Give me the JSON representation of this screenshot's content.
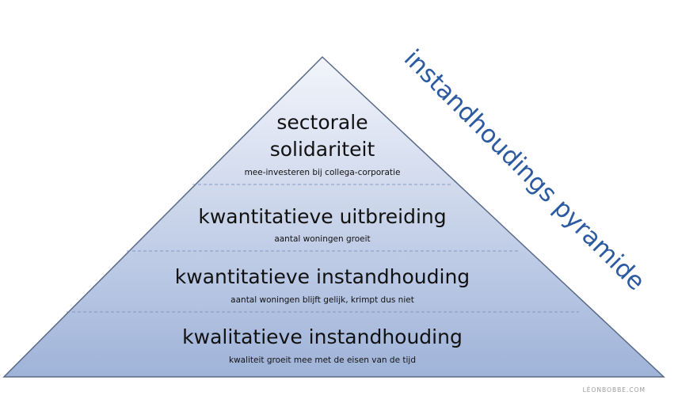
{
  "title": "instandhoudings pyramide",
  "watermark": "LÉONBOBBE.COM",
  "colors": {
    "pyramid_top": "#f3f5fb",
    "pyramid_bottom": "#9fb3d9",
    "outline": "#596a86",
    "divider": "#6f86b8",
    "side_title": "#2c5aa0"
  },
  "levels": [
    {
      "title_lines": [
        "sectorale",
        "solidariteit"
      ],
      "subtitle": "mee-investeren bij collega-corporatie"
    },
    {
      "title_lines": [
        "kwantitatieve uitbreiding"
      ],
      "subtitle": "aantal woningen groeit"
    },
    {
      "title_lines": [
        "kwantitatieve instandhouding"
      ],
      "subtitle": "aantal woningen blijft gelijk, krimpt dus niet"
    },
    {
      "title_lines": [
        "kwalitatieve instandhouding"
      ],
      "subtitle": "kwaliteit groeit mee met de eisen van de tijd"
    }
  ]
}
